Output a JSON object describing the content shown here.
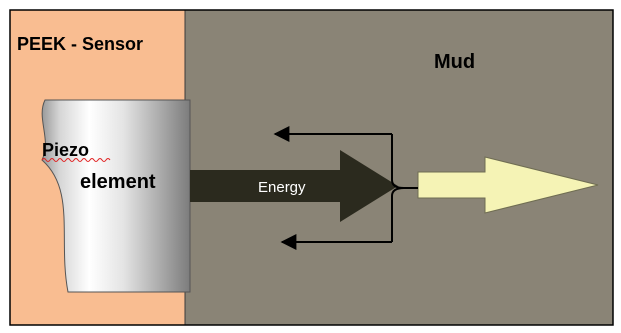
{
  "labels": {
    "sensor_region": "PEEK - Sensor",
    "medium_region": "Mud",
    "piezo_line1": "Piezo",
    "piezo_line2": "element",
    "energy": "Energy"
  },
  "colors": {
    "sensor_fill": "#F9BD91",
    "mud_fill": "#8A8476",
    "frame_border": "#000000",
    "energy_arrow": "#2B2A1E",
    "transmitted_arrow": "#F5F3B5",
    "text_dark": "#000000",
    "text_light": "#FFFFFF"
  },
  "icons": {
    "piezo": "cylinder-shape",
    "reflection": "reflected-arrows-icon",
    "transmission": "transmitted-arrow-icon"
  }
}
